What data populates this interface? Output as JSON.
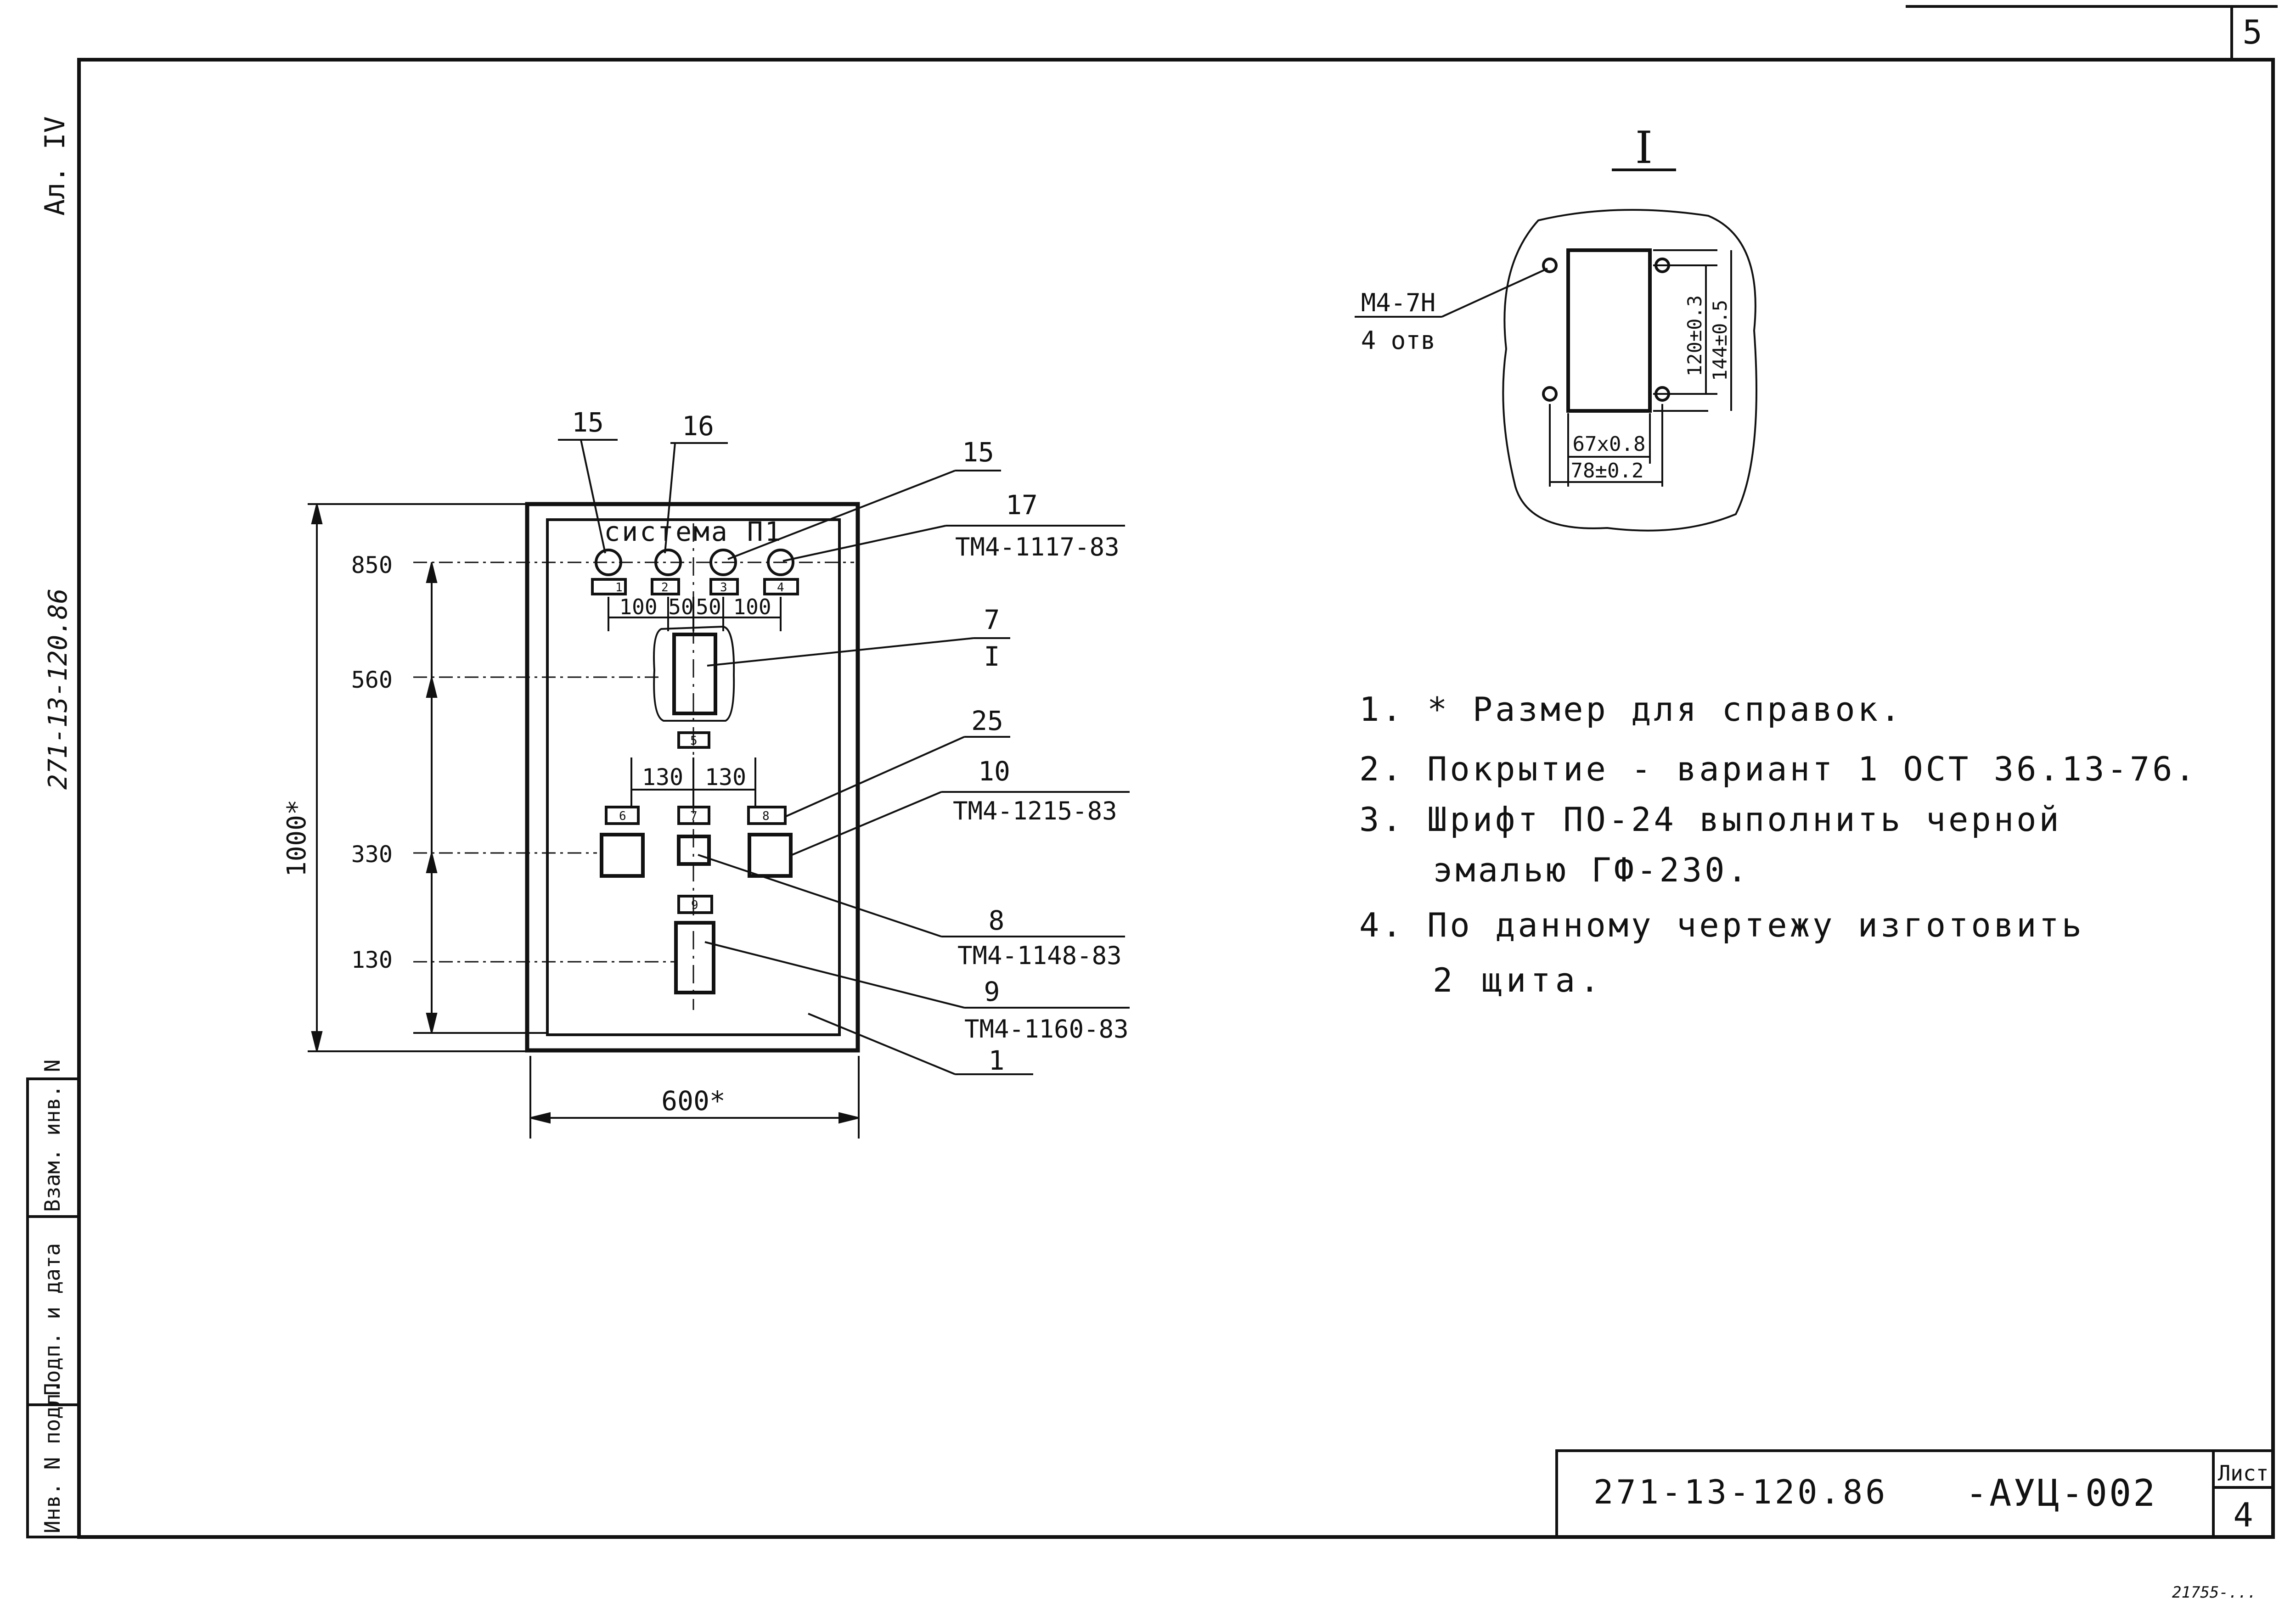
{
  "sheet": {
    "corner_number": "5",
    "side_top": "Ал. IV",
    "side_mid": "271-13-120.86",
    "stamp_col_1": "Инв. N подл.",
    "stamp_col_2": "Подп. и дата",
    "stamp_col_3": "Взам. инв. N",
    "footnote": "21755-..."
  },
  "title_block": {
    "doc_code": "271-13-120.86",
    "doc_suffix": "-АУЦ-002",
    "sheet_label": "Лист",
    "sheet_number": "4"
  },
  "panel": {
    "header_text": "система П1",
    "lamp_labels": [
      "1",
      "2",
      "3",
      "4"
    ],
    "label_5": "5",
    "label_6": "6",
    "label_7": "7",
    "label_8": "8",
    "label_9": "9",
    "dim_side_levels": [
      "850",
      "560",
      "330",
      "130"
    ],
    "dim_height": "1000*",
    "dim_width": "600*",
    "dim_lamp_spacing": [
      "100",
      "50",
      "50",
      "100"
    ],
    "dim_mid_spacing": [
      "130",
      "130"
    ]
  },
  "callouts": {
    "c15a": "15",
    "c16": "16",
    "c15b": "15",
    "c17": "17",
    "c17_code": "ТМ4-1117-83",
    "c7": "7",
    "c7_ref": "I",
    "c25": "25",
    "c10": "10",
    "c10_code": "ТМ4-1215-83",
    "c8": "8",
    "c8_code": "ТМ4-1148-83",
    "c9": "9",
    "c9_code": "ТМ4-1160-83",
    "c1": "1"
  },
  "detail": {
    "title": "I",
    "thread_label": "М4-7Н",
    "holes_label": "4 отв",
    "dim_inner_h": "120±0.3",
    "dim_outer_h": "144±0.5",
    "dim_inner_w": "67х0.8",
    "dim_outer_w": "78±0.2"
  },
  "notes": [
    "1. * Размер для справок.",
    "2. Покрытие - вариант 1 ОСТ 36.13-76.",
    "3. Шрифт ПО-24 выполнить черной",
    "эмалью ГФ-230.",
    "4. По данному чертежу изготовить",
    "2 щита."
  ]
}
